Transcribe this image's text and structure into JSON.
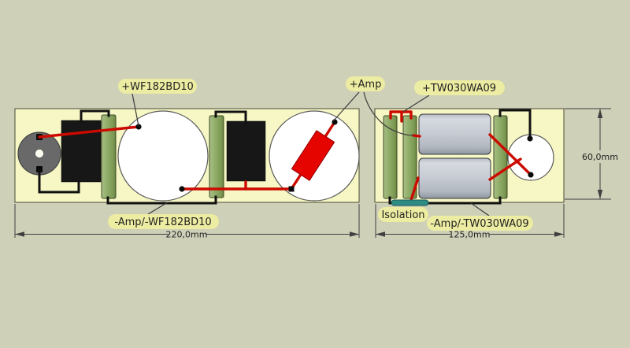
{
  "scene": {
    "labels": {
      "woofer_positive": "+WF182BD10",
      "amp_positive": "+Amp",
      "tweeter_positive": "+TW030WA09",
      "woofer_negative": "-Amp/-WF182BD10",
      "isolation": "Isolation",
      "tweeter_negative": "-Amp/-TW030WA09"
    },
    "dimensions": {
      "woofer_board_width": "220,0mm",
      "tweeter_board_width": "125,0mm",
      "board_height": "60,0mm"
    },
    "colors": {
      "bg": "#cfd0b8",
      "board": "#f7f7c5",
      "board-border": "#4a4a35",
      "resistor-green": "#8fae67",
      "capacitor-black": "#171717",
      "capacitor-gray": "#c6cad2",
      "wire-red": "#cc0a00",
      "wire-black": "#111111",
      "terminal-gray": "#696969",
      "coil-white": "#ffffff",
      "isolation-teal": "#2d8d84",
      "label-bg": "#ececa2",
      "label-text": "#222222",
      "dim-color": "#3f3f3f"
    }
  }
}
